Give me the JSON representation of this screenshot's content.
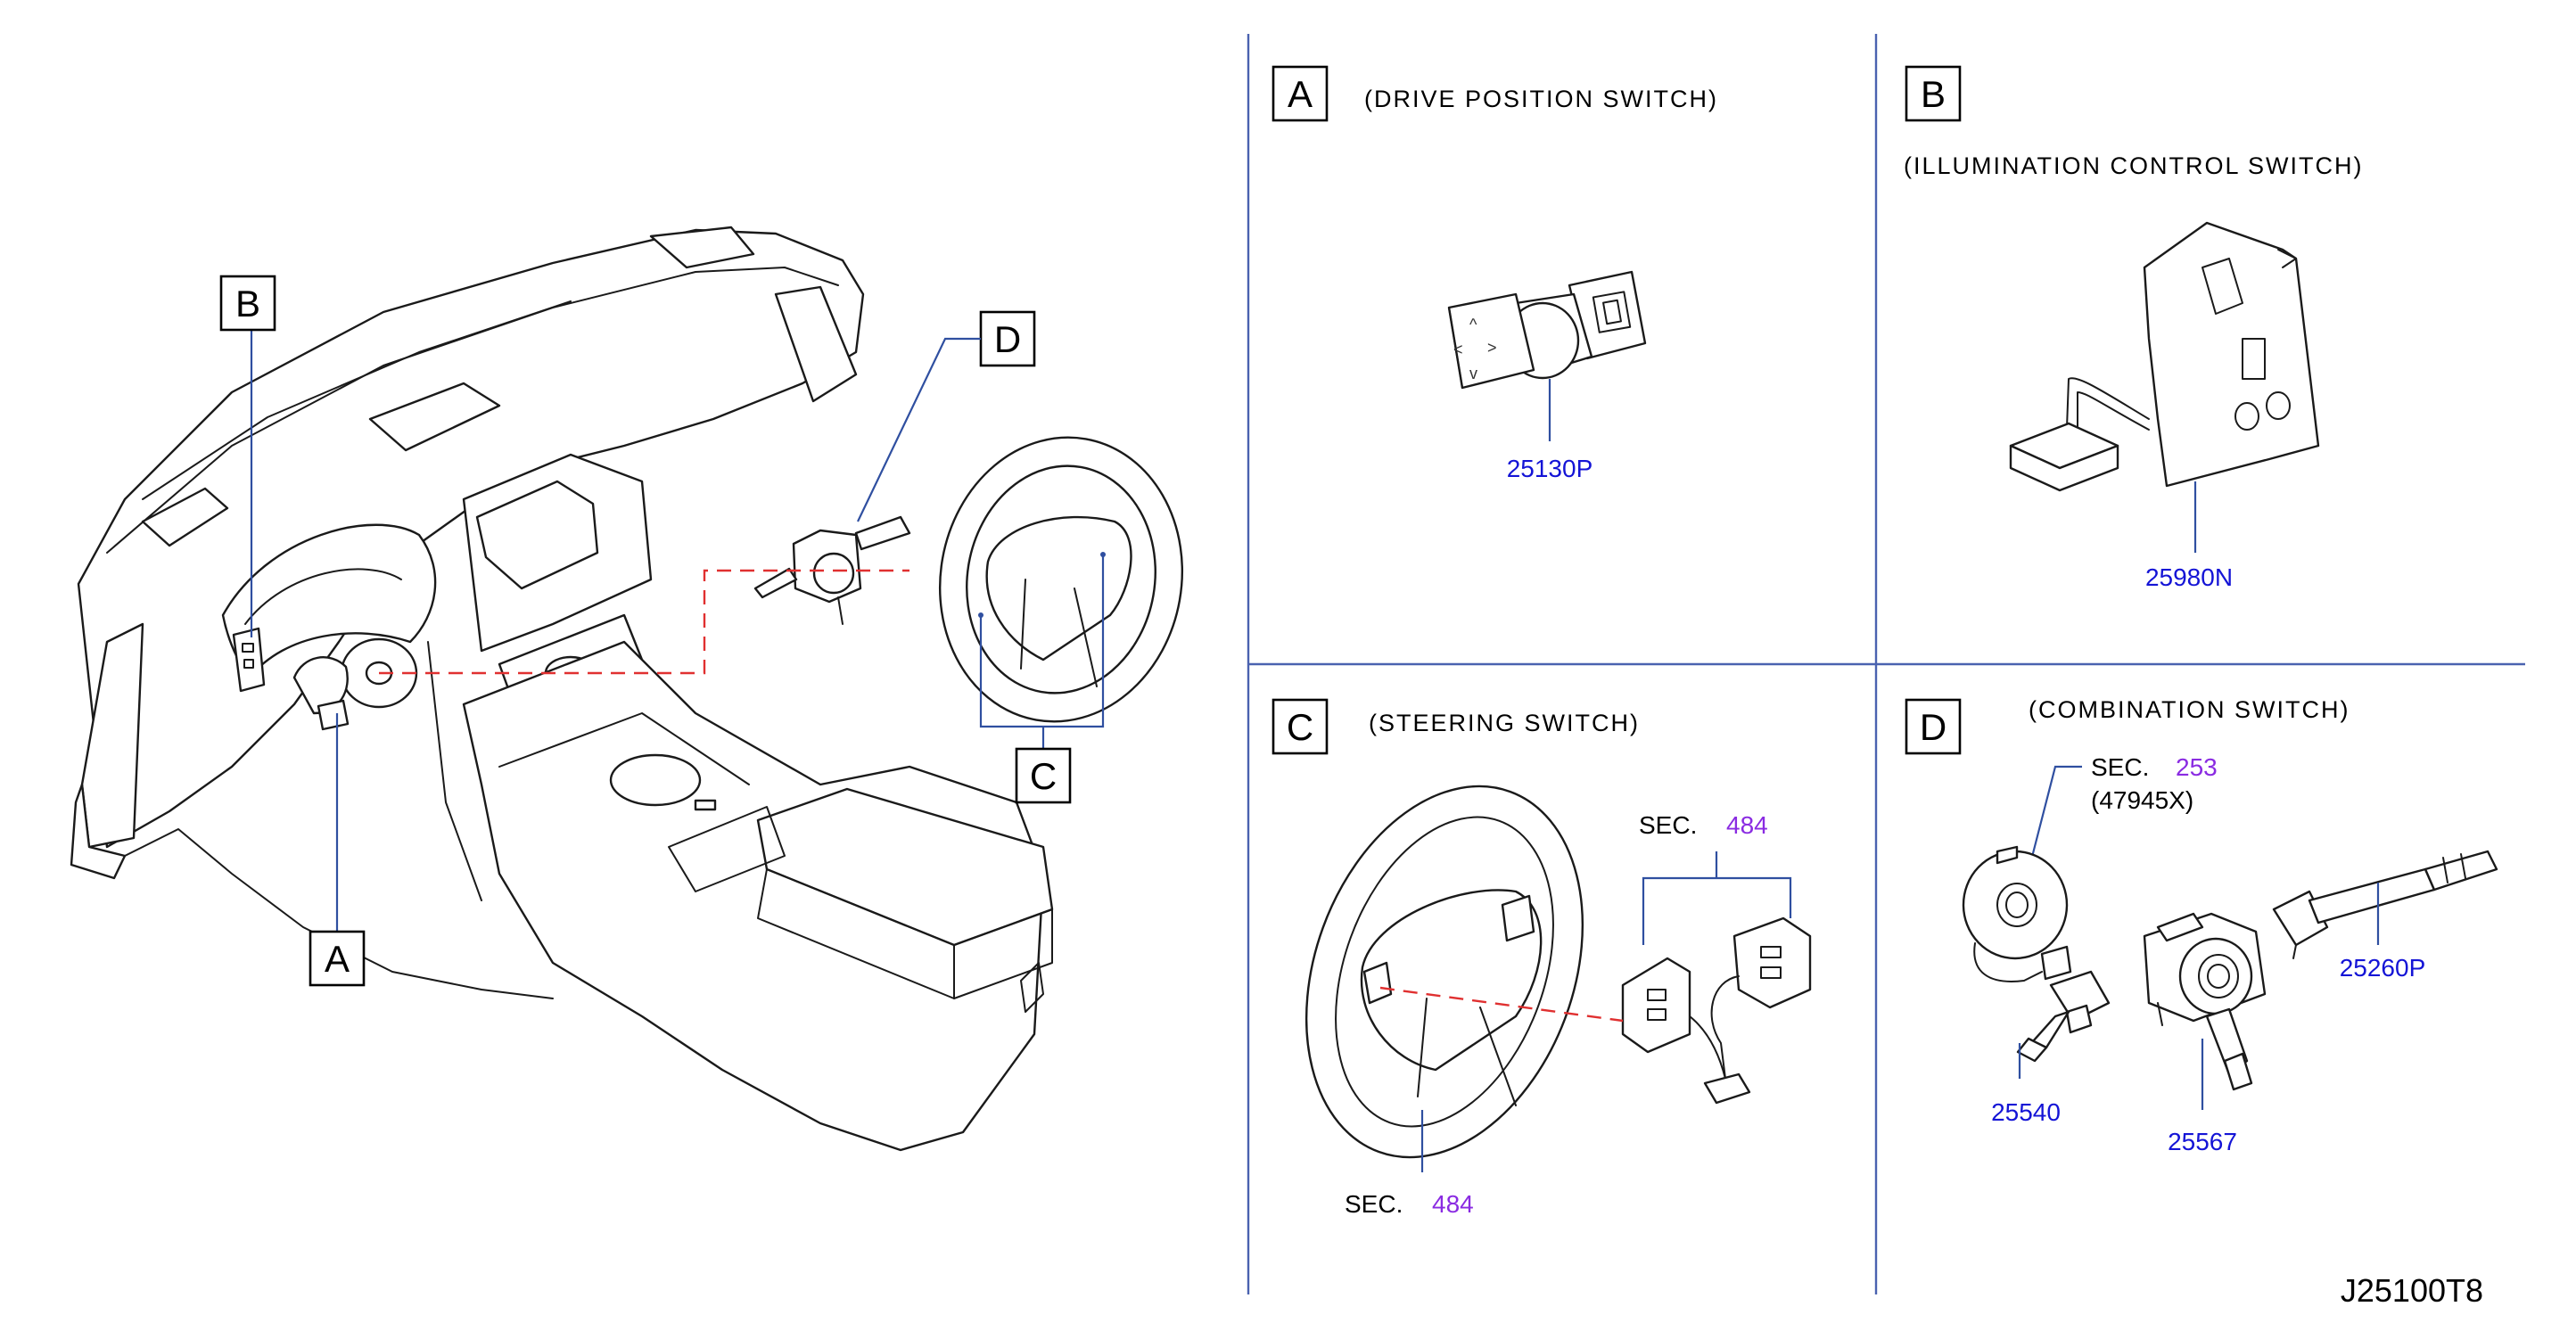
{
  "callouts": {
    "overview_A": "A",
    "overview_B": "B",
    "overview_C": "C",
    "overview_D": "D"
  },
  "panels": {
    "A": {
      "letter": "A",
      "title": "(DRIVE   POSITION   SWITCH)",
      "parts": [
        "25130P"
      ]
    },
    "B": {
      "letter": "B",
      "title": "(ILLUMINATION   CONTROL   SWITCH)",
      "parts": [
        "25980N"
      ]
    },
    "C": {
      "letter": "C",
      "title": "(STEERING   SWITCH)",
      "sec_label": "SEC.",
      "sec_top": "484",
      "sec_bottom": "484"
    },
    "D": {
      "letter": "D",
      "title": "(COMBINATION   SWITCH)",
      "sec_label": "SEC.",
      "sec_number": "253",
      "sec_sub": "(47945X)",
      "parts": [
        "25260P",
        "25540",
        "25567"
      ]
    }
  },
  "diagram_code": "J25100T8",
  "colors": {
    "part_number": "#1414d6",
    "section_number": "#8a2be2",
    "leader": "#2f4fa0",
    "dashed": "#e03030"
  }
}
